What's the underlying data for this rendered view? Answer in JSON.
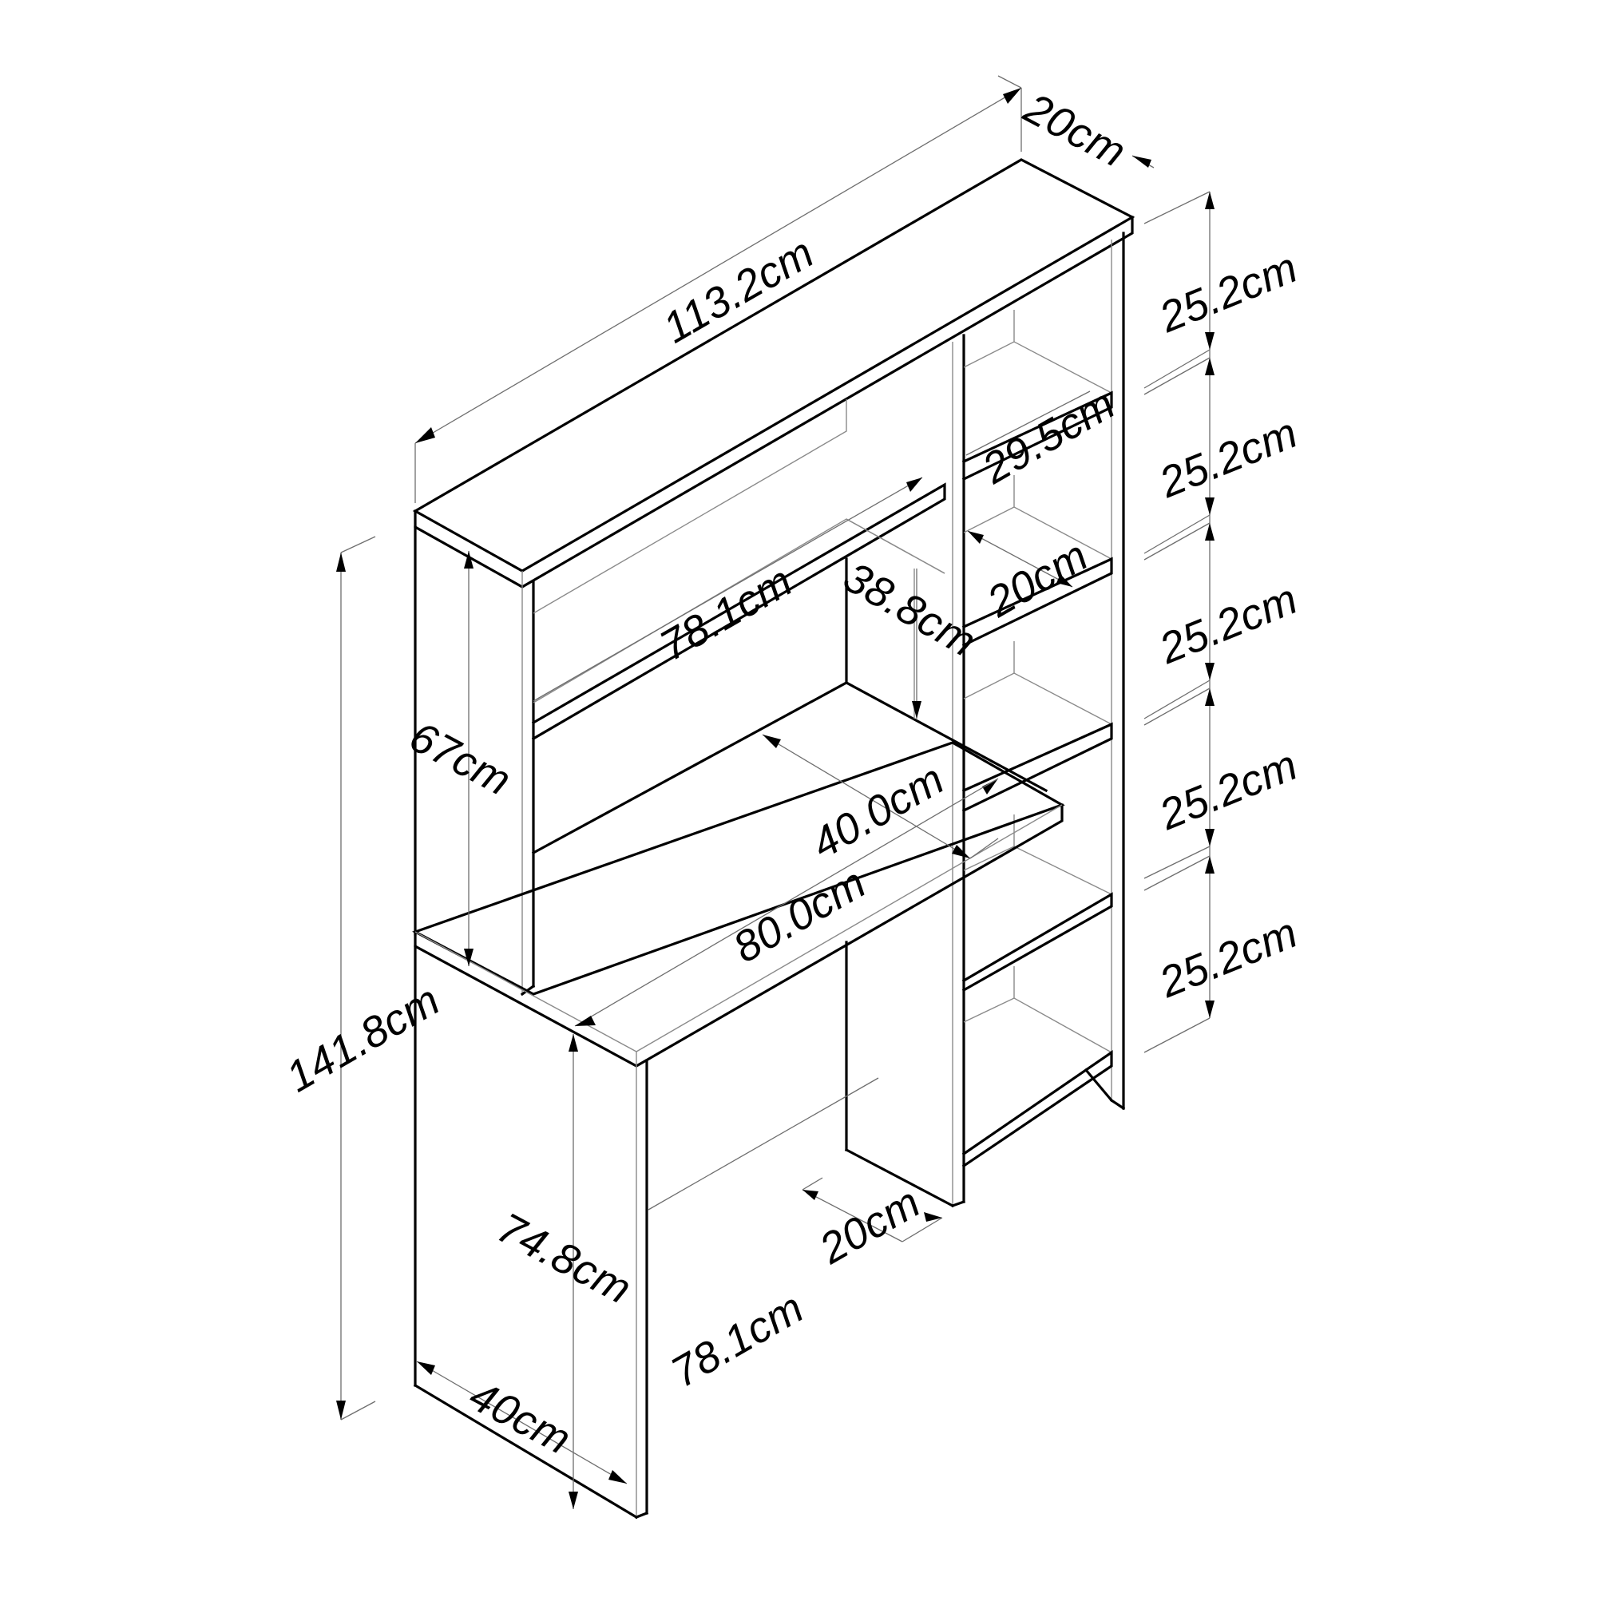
{
  "diagram": {
    "type": "isometric furniture dimension drawing",
    "subject": "Desk with hutch and side bookshelf",
    "line_color": "#000000",
    "guide_color": "#8a8a8a",
    "background": "#ffffff"
  },
  "dimensions": {
    "overall_width": "113.2cm",
    "top_depth": "20cm",
    "overall_height": "141.8cm",
    "hutch_height": "67cm",
    "hutch_shelf_width": "78.1cm",
    "hutch_opening_height": "38.8cm",
    "side_shelf_width": "29.5cm",
    "side_shelf_depth": "20cm",
    "desk_depth": "40.0cm",
    "desk_width": "80.0cm",
    "desk_height": "74.8cm",
    "leg_depth": "40cm",
    "knee_space_width": "78.1cm",
    "rear_support_depth": "20cm",
    "shelf_spacing": [
      "25.2cm",
      "25.2cm",
      "25.2cm",
      "25.2cm",
      "25.2cm"
    ]
  }
}
